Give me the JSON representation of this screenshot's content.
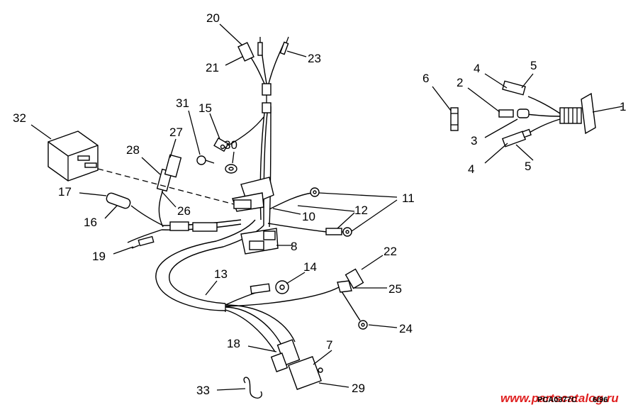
{
  "callouts": {
    "c1": "1",
    "c2": "2",
    "c3": "3",
    "c4a": "4",
    "c4b": "4",
    "c5a": "5",
    "c5b": "5",
    "c6": "6",
    "c7": "7",
    "c8": "8",
    "c10": "10",
    "c11": "11",
    "c12": "12",
    "c13": "13",
    "c14": "14",
    "c15": "15",
    "c16": "16",
    "c17": "17",
    "c18": "18",
    "c19": "19",
    "c20": "20",
    "c21": "21",
    "c22": "22",
    "c23": "23",
    "c24": "24",
    "c25": "25",
    "c26": "26",
    "c27": "27",
    "c28": "28",
    "c29": "29",
    "c30": "30",
    "c31": "31",
    "c32": "32",
    "c33": "33"
  },
  "drawing_code": "PCA0377C",
  "drawing_date": "6/96",
  "watermark": "www.partscatalog.ru",
  "colors": {
    "line": "#000000",
    "watermark": "#e02020",
    "background": "#ffffff"
  }
}
